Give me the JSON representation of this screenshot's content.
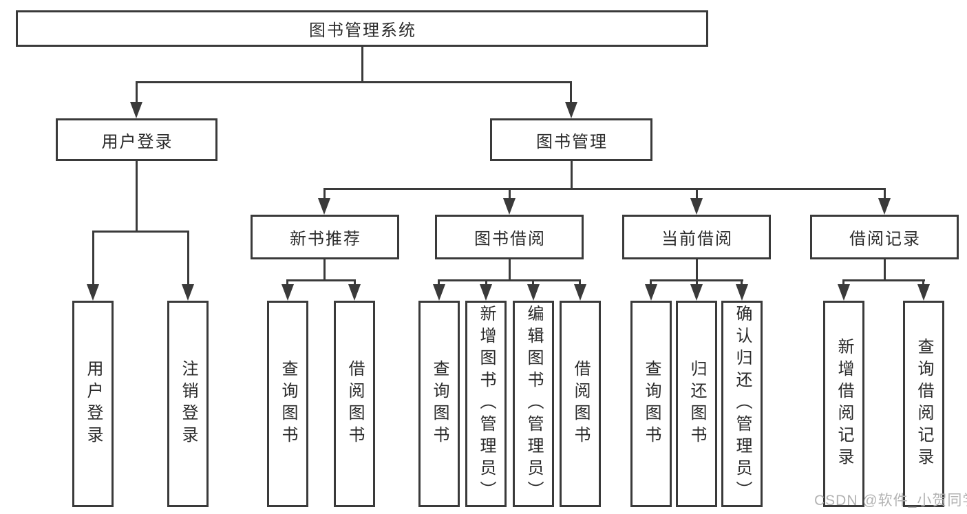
{
  "diagram": {
    "type": "hierarchy-tree",
    "root": {
      "label": "图书管理系统"
    },
    "level2": [
      {
        "label": "用户登录"
      },
      {
        "label": "图书管理"
      }
    ],
    "level3": [
      {
        "label": "新书推荐",
        "parent": "图书管理"
      },
      {
        "label": "图书借阅",
        "parent": "图书管理"
      },
      {
        "label": "当前借阅",
        "parent": "图书管理"
      },
      {
        "label": "借阅记录",
        "parent": "图书管理"
      }
    ],
    "leaves": [
      {
        "label": "用户登录",
        "parent": "用户登录"
      },
      {
        "label": "注销登录",
        "parent": "用户登录"
      },
      {
        "label": "查询图书",
        "parent": "新书推荐"
      },
      {
        "label": "借阅图书",
        "parent": "新书推荐"
      },
      {
        "label": "查询图书",
        "parent": "图书借阅"
      },
      {
        "label": "新增图书（管理员）",
        "parent": "图书借阅"
      },
      {
        "label": "编辑图书（管理员）",
        "parent": "图书借阅"
      },
      {
        "label": "借阅图书",
        "parent": "图书借阅"
      },
      {
        "label": "查询图书",
        "parent": "当前借阅"
      },
      {
        "label": "归还图书",
        "parent": "当前借阅"
      },
      {
        "label": "确认归还（管理员）",
        "parent": "当前借阅"
      },
      {
        "label": "新增借阅记录",
        "parent": "借阅记录"
      },
      {
        "label": "查询借阅记录",
        "parent": "借阅记录"
      }
    ],
    "watermark": "CSDN @软件_小贺同学",
    "colors": {
      "line": "#3a3a3a",
      "text": "#2b2b2b",
      "watermark": "#b3b3b3",
      "background": "#ffffff"
    }
  }
}
